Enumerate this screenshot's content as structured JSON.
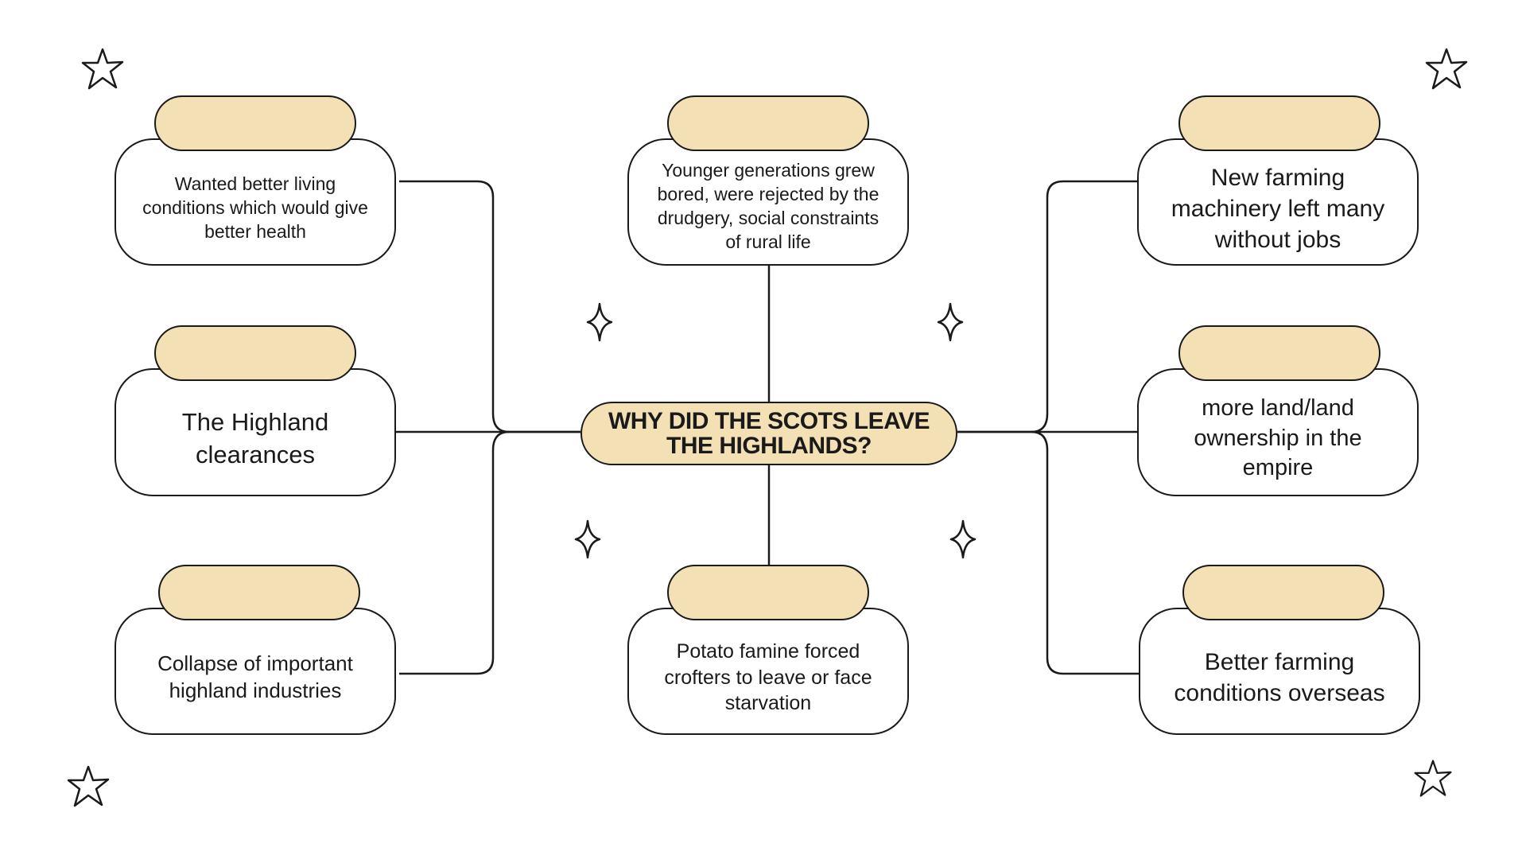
{
  "diagram": {
    "center": "WHY DID THE SCOTS LEAVE THE HIGHLANDS?",
    "nodes": {
      "top_left": "Wanted better living conditions which would give better health",
      "middle_left": "The Highland clearances",
      "bottom_left": "Collapse of important highland industries",
      "top_center": "Younger generations grew bored, were rejected by the drudgery, social constraints of rural life",
      "bottom_center": "Potato famine forced crofters to leave or face starvation",
      "top_right": "New farming machinery left many without jobs",
      "middle_right": "more land/land ownership in the empire",
      "bottom_right": "Better farming conditions overseas"
    }
  },
  "colors": {
    "accent_fill": "#f4e0b5",
    "stroke": "#1a1a1a",
    "background": "#ffffff"
  },
  "icons": {
    "corner": "star-outline-icon",
    "inner": "sparkle-outline-icon"
  }
}
